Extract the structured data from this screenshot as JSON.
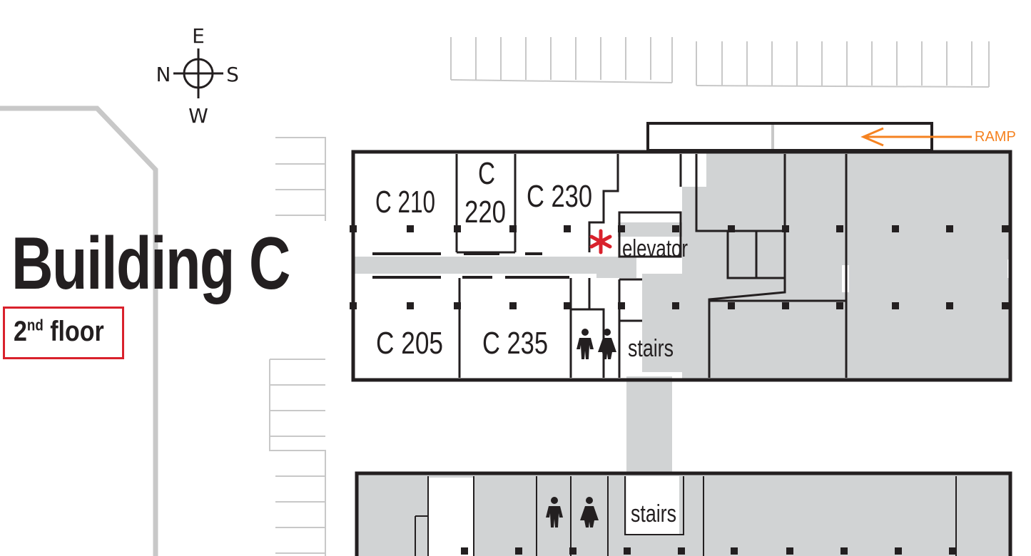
{
  "building": {
    "title": "Building C",
    "floor_number": "2",
    "floor_suffix": "nd",
    "floor_word": "floor"
  },
  "compass": {
    "top": "E",
    "left": "N",
    "right": "S",
    "bottom": "W"
  },
  "rooms": {
    "c210": "C 210",
    "c220_line1": "C",
    "c220_line2": "220",
    "c230": "C 230",
    "c205": "C 205",
    "c235": "C 235"
  },
  "labels": {
    "elevator": "elevator",
    "stairs_upper": "stairs",
    "stairs_lower": "stairs",
    "ramp": "RAMP"
  },
  "colors": {
    "wall": "#231f20",
    "corridor": "#d1d3d4",
    "accent": "#d9212c",
    "ramp": "#f58220",
    "outline": "#c8c8c8"
  },
  "icons": [
    "restroom-men-icon",
    "restroom-women-icon",
    "elevator-location-asterisk-icon",
    "compass-icon",
    "ramp-arrow-icon"
  ]
}
